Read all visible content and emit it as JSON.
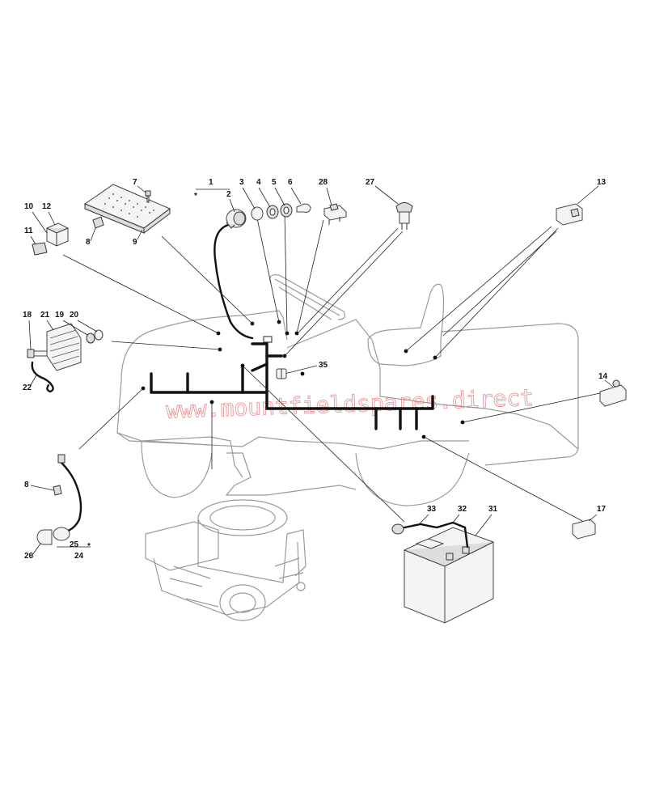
{
  "watermark": "www.mountfieldspares.direct",
  "callouts": {
    "c1": "1",
    "c2": "2",
    "c3": "3",
    "c4": "4",
    "c5": "5",
    "c6": "6",
    "c7": "7",
    "c8a": "8",
    "c8b": "8",
    "c9": "9",
    "c10": "10",
    "c11": "11",
    "c12": "12",
    "c13": "13",
    "c14": "14",
    "c17": "17",
    "c18": "18",
    "c19": "19",
    "c20": "20",
    "c21": "21",
    "c22": "22",
    "c24": "24",
    "c25": "25",
    "c26": "26",
    "c27": "27",
    "c28": "28",
    "c31": "31",
    "c32": "32",
    "c33": "33",
    "c35": "35",
    "star1": "*",
    "star2": "*"
  }
}
